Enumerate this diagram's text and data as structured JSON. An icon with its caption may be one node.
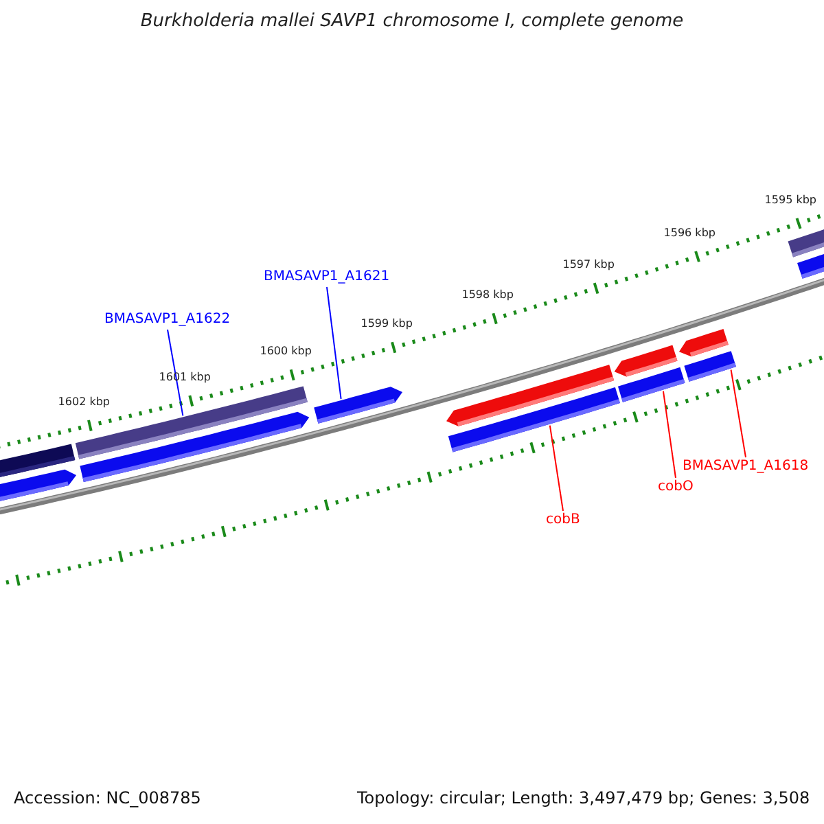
{
  "diagram": {
    "title": "Burkholderia mallei SAVP1 chromosome I, complete genome",
    "nodes": [
      {
        "text": [
          "BMASAVP1_A1621"
        ]
      },
      {
        "text": [
          "BMASAVP1_A1622"
        ]
      },
      {
        "text": [
          "BMASAVP1_A1618"
        ]
      },
      {
        "text": [
          "cobO"
        ]
      },
      {
        "text": [
          "cobB"
        ]
      },
      {
        "text": [],
        "shape": "bar"
      },
      {
        "text": [],
        "shape": "pentagon"
      },
      {
        "text": [],
        "shape": "bar"
      },
      {
        "text": [],
        "shape": "pentagon"
      },
      {
        "text": [],
        "shape": "pentagon"
      },
      {
        "text": [],
        "shape": "pentagon"
      },
      {
        "text": [],
        "shape": "bar"
      },
      {
        "text": [],
        "shape": "pentagon"
      },
      {
        "text": [],
        "shape": "bar"
      },
      {
        "text": [],
        "shape": "pentagon"
      },
      {
        "text": [],
        "shape": "bar"
      },
      {
        "text": [],
        "shape": "bar"
      },
      {
        "text": [],
        "shape": "bar"
      }
    ],
    "edges": [
      {
        "from": 1,
        "to": 7,
        "arrow": "none",
        "color": "#0000ff"
      },
      {
        "from": 0,
        "to": 9,
        "arrow": "none",
        "color": "#0000ff"
      },
      {
        "from": 4,
        "to": 11,
        "arrow": "none",
        "color": "#ff0000"
      },
      {
        "from": 3,
        "to": 13,
        "arrow": "none",
        "color": "#ff0000"
      },
      {
        "from": 2,
        "to": 15,
        "arrow": "none",
        "color": "#ff0000"
      }
    ],
    "labels": [
      "1595 kbp",
      "1596 kbp",
      "1597 kbp",
      "1598 kbp",
      "1599 kbp",
      "1600 kbp",
      "1601 kbp",
      "1602 kbp",
      "Accession: NC_008785",
      "Topology: circular; Length: 3,497,479 bp; Genes: 3,508"
    ]
  }
}
